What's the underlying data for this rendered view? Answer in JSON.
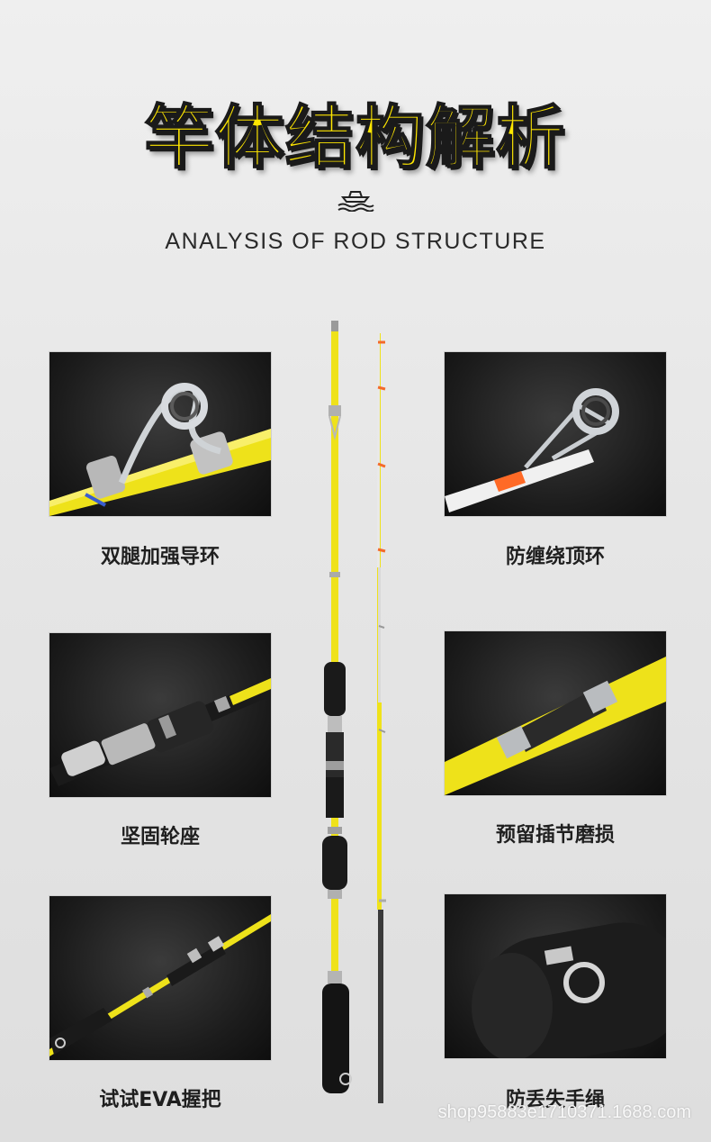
{
  "header": {
    "title": "竿体结构解析",
    "icon": "boat-waves-icon",
    "subtitle": "ANALYSIS OF ROD STRUCTURE"
  },
  "features": [
    {
      "label": "双腿加强导环",
      "icon": "double-leg-guide"
    },
    {
      "label": "防缠绕顶环",
      "icon": "anti-tangle-tip-ring"
    },
    {
      "label": "坚固轮座",
      "icon": "reel-seat"
    },
    {
      "label": "预留插节磨损",
      "icon": "ferrule-joint"
    },
    {
      "label": "试试EVA握把",
      "icon": "eva-handle"
    },
    {
      "label": "防丢失手绳",
      "icon": "hook-keeper-ring"
    }
  ],
  "colors": {
    "accent_yellow": "#ffe700",
    "rod_yellow": "#f2e61a",
    "dark": "#141414"
  },
  "watermark": "shop95883e1710371.1688.com"
}
